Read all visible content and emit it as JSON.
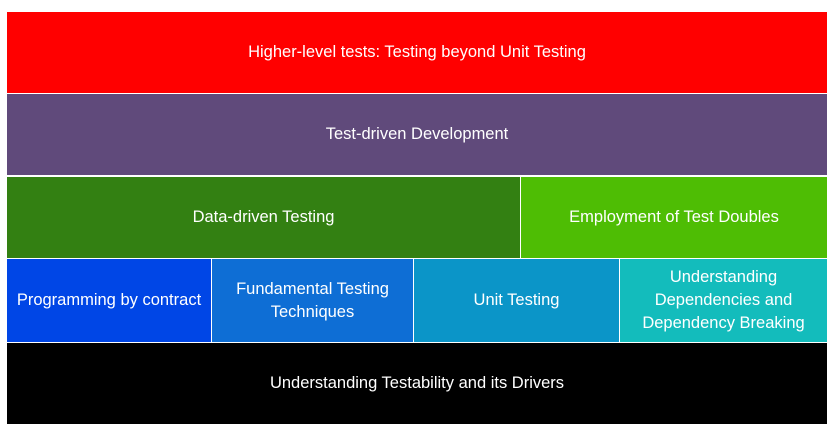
{
  "layers": [
    {
      "blocks": [
        {
          "label": "Higher-level tests: Testing beyond Unit Testing",
          "color": "#ff0000"
        }
      ]
    },
    {
      "blocks": [
        {
          "label": "Test-driven Development",
          "color": "#604a7b"
        }
      ]
    },
    {
      "blocks": [
        {
          "label": "Data-driven Testing",
          "color": "#338012"
        },
        {
          "label": "Employment of Test Doubles",
          "color": "#4ebd04"
        }
      ]
    },
    {
      "blocks": [
        {
          "label": "Programming by contract",
          "color": "#0046e6"
        },
        {
          "label": "Fundamental Testing Techniques",
          "color": "#0e6ed5"
        },
        {
          "label": "Unit Testing",
          "color": "#0b95c8"
        },
        {
          "label": "Understanding Dependencies and Dependency Breaking",
          "color": "#13bcbc"
        }
      ]
    },
    {
      "blocks": [
        {
          "label": "Understanding Testability and its Drivers",
          "color": "#000000"
        }
      ]
    }
  ]
}
